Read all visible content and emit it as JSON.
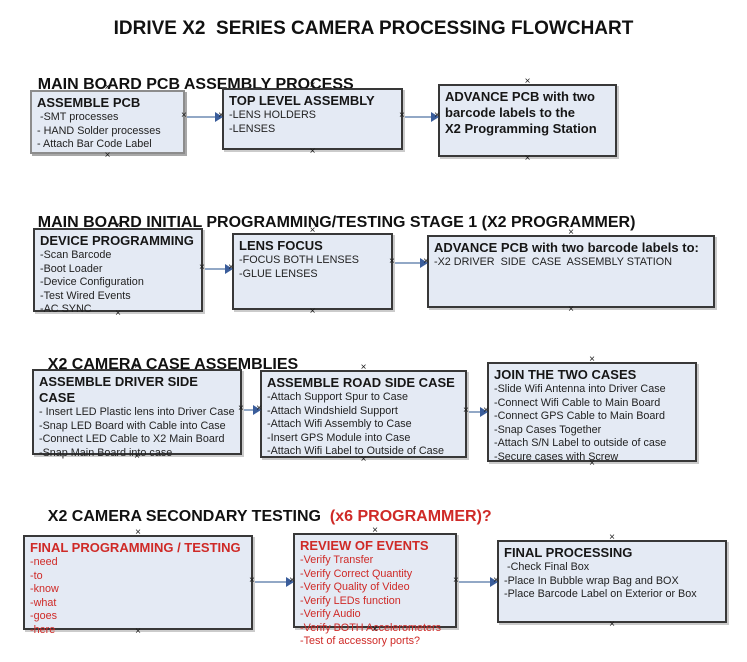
{
  "title": "IDRIVE X2  SERIES CAMERA PROCESSING FLOWCHART",
  "colors": {
    "box_fill": "#e4eaf4",
    "box_border": "#383838",
    "arrow_line": "#92a8c6",
    "arrow_head": "#3a5d9b",
    "red_text": "#cf2a27"
  },
  "sections": [
    {
      "header": "MAIN BOARD PCB ASSEMBLY PROCESS",
      "header_red": "",
      "boxes": [
        {
          "title": "ASSEMBLE PCB",
          "items": [
            " -SMT processes",
            "- HAND Solder processes",
            "- Attach Bar Code Label"
          ]
        },
        {
          "title": "TOP LEVEL ASSEMBLY",
          "items": [
            "-LENS HOLDERS",
            "-LENSES"
          ]
        },
        {
          "title": "ADVANCE PCB with two\nbarcode labels to the\nX2 Programming Station",
          "items": []
        }
      ]
    },
    {
      "header": "MAIN BOARD INITIAL PROGRAMMING/TESTING STAGE 1 (X2 PROGRAMMER)",
      "header_red": "",
      "boxes": [
        {
          "title": "DEVICE PROGRAMMING",
          "items": [
            "-Scan Barcode",
            "-Boot Loader",
            "-Device Configuration",
            "-Test Wired Events",
            "-AC SYNC"
          ]
        },
        {
          "title": "LENS FOCUS",
          "items": [
            "-FOCUS BOTH LENSES",
            "-GLUE LENSES"
          ]
        },
        {
          "title": "ADVANCE PCB with two barcode labels to:",
          "items": [
            "-X2 DRIVER  SIDE  CASE  ASSEMBLY STATION"
          ]
        }
      ]
    },
    {
      "header": "X2 CAMERA CASE ASSEMBLIES",
      "header_red": "",
      "boxes": [
        {
          "title": "ASSEMBLE DRIVER SIDE CASE",
          "items": [
            "- Insert LED Plastic lens into Driver Case",
            "-Snap LED Board with Cable into Case",
            "-Connect LED Cable to X2 Main Board",
            "-Snap Main Board into case"
          ]
        },
        {
          "title": "ASSEMBLE ROAD SIDE CASE",
          "items": [
            "-Attach Support Spur to Case",
            "-Attach Windshield Support",
            "-Attach Wifi Assembly to Case",
            "-Insert GPS Module into Case",
            "-Attach Wifi Label to Outside of Case"
          ]
        },
        {
          "title": "JOIN THE TWO CASES",
          "items": [
            "-Slide Wifi Antenna into Driver Case",
            "-Connect Wifi Cable to Main Board",
            "-Connect GPS Cable to Main Board",
            "-Snap Cases Together",
            "-Attach S/N Label to outside of case",
            "-Secure cases with Screw"
          ]
        }
      ]
    },
    {
      "header": "X2 CAMERA SECONDARY TESTING  ",
      "header_red": "(x6 PROGRAMMER)?",
      "boxes": [
        {
          "title": "FINAL PROGRAMMING / TESTING",
          "items": [
            "-need",
            "-to",
            "-know",
            "-what",
            "-goes",
            "-here"
          ]
        },
        {
          "title": "REVIEW OF EVENTS",
          "items": [
            "-Verify Transfer",
            "-Verify Correct Quantity",
            "-Verify Quality of Video",
            "-Verify LEDs function",
            "-Verify Audio",
            "-Verify BOTH Accelerometers",
            "-Test of accessory ports?"
          ]
        },
        {
          "title": "FINAL PROCESSING",
          "items": [
            " -Check Final Box",
            "-Place In Bubble wrap Bag and BOX",
            "-Place Barcode Label on Exterior or Box"
          ]
        }
      ]
    }
  ]
}
